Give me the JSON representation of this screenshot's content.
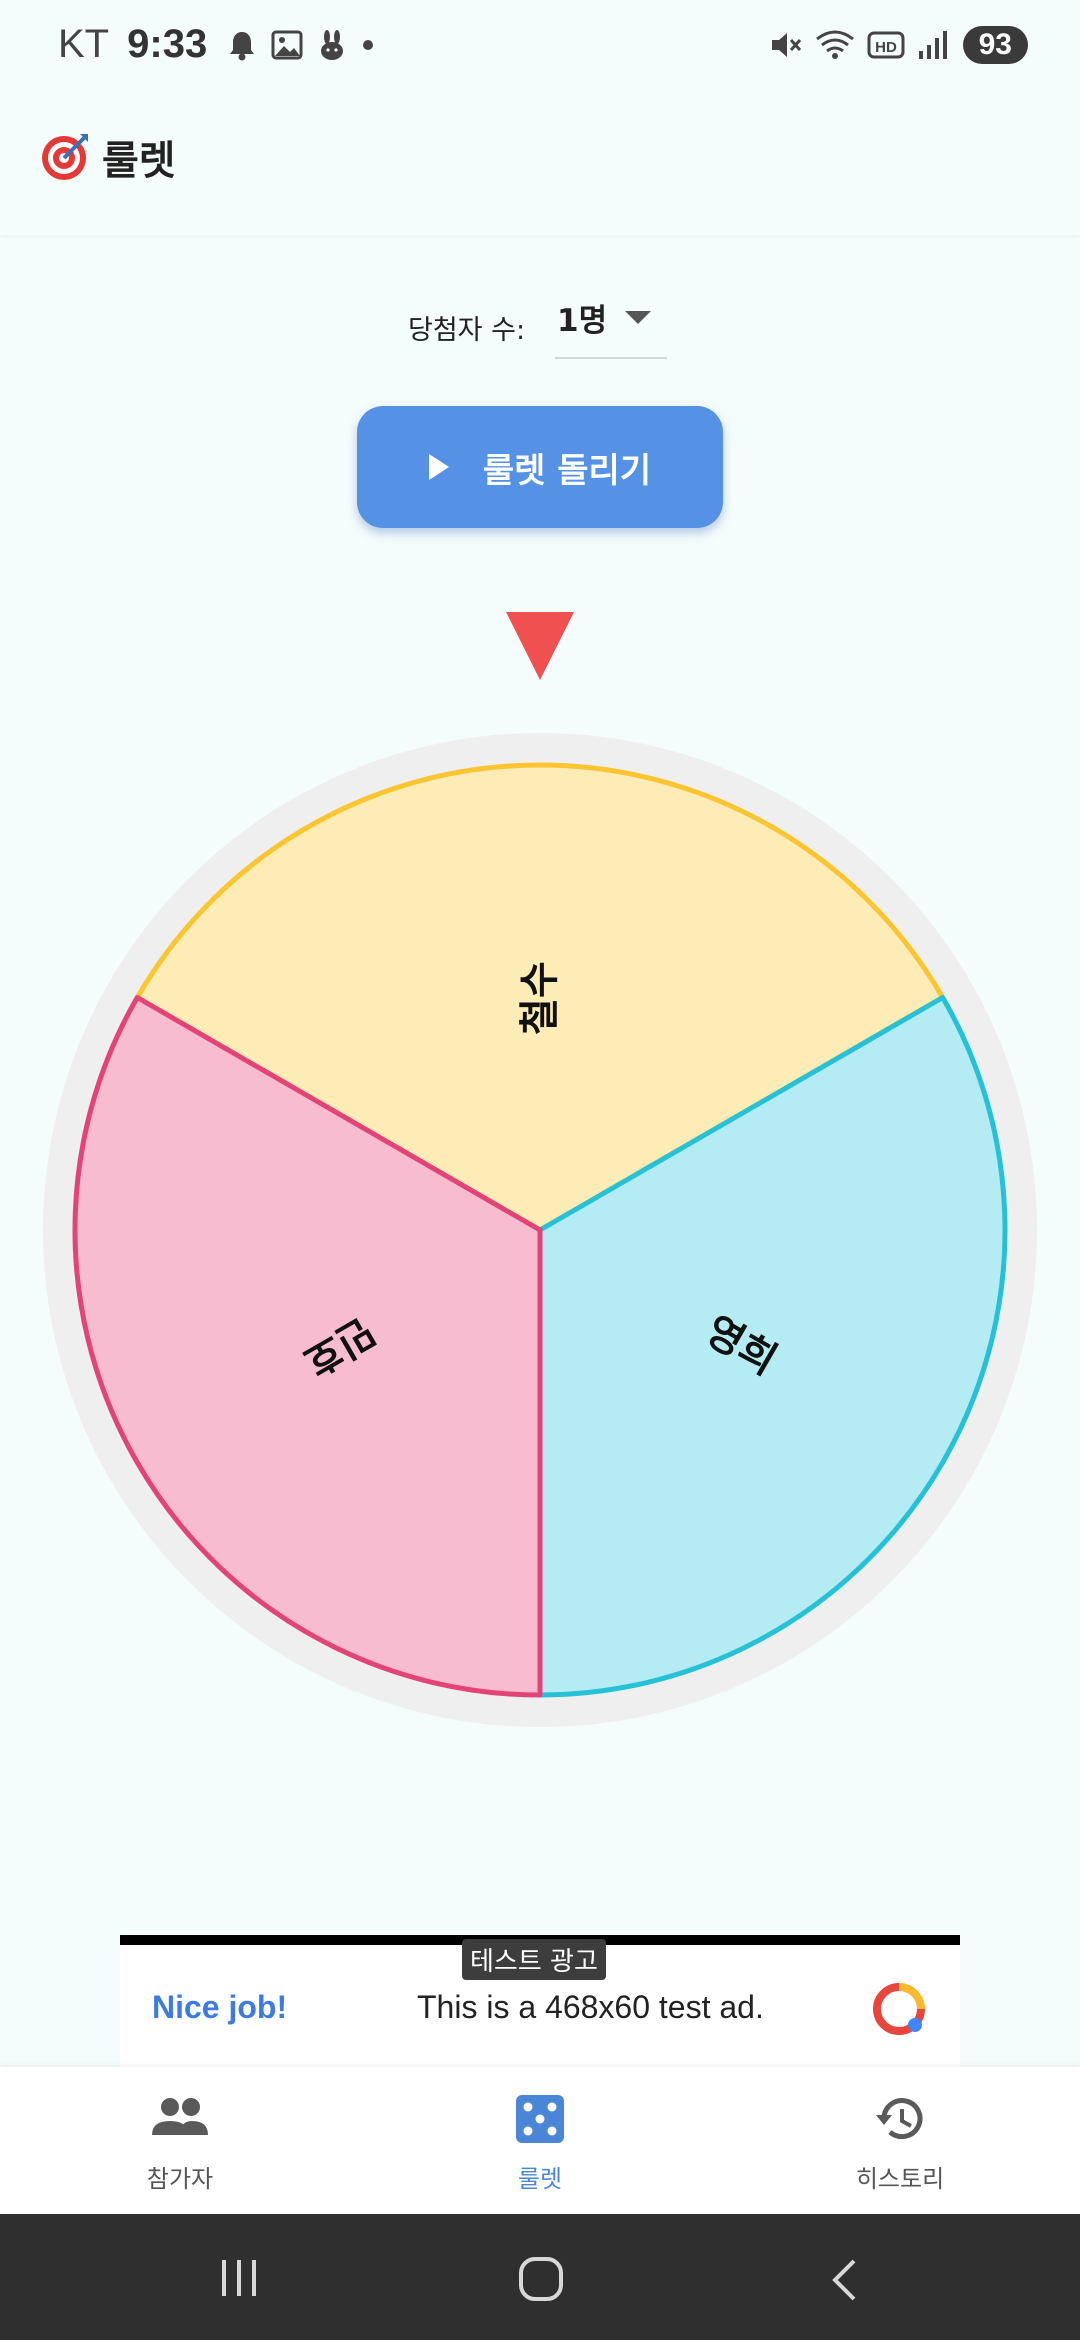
{
  "status_bar": {
    "carrier": "KT",
    "time": "9:33",
    "battery": "93",
    "left_icons": [
      "bell-icon",
      "image-icon",
      "rabbit-icon",
      "dot-icon"
    ],
    "right_icons": [
      "mute-icon",
      "wifi-icon",
      "hd-icon",
      "signal-icon"
    ]
  },
  "app_bar": {
    "title": "룰렛",
    "icon": "target-icon"
  },
  "winners": {
    "label": "당첨자 수:",
    "value": "1명"
  },
  "spin_button": {
    "label": "룰렛 돌리기",
    "color": "#5592e6"
  },
  "wheel": {
    "pointer_color": "#f05050",
    "segments": [
      {
        "label": "철수",
        "fill": "#feecb6",
        "stroke": "#fbc531"
      },
      {
        "label": "영희",
        "fill": "#b5ecf3",
        "stroke": "#26c1d6"
      },
      {
        "label": "민호",
        "fill": "#f8bcd1",
        "stroke": "#e44377"
      }
    ]
  },
  "ad": {
    "tag": "테스트 광고",
    "headline": "Nice job!",
    "body": "This is a 468x60 test ad."
  },
  "bottom_nav": {
    "items": [
      {
        "label": "참가자",
        "icon": "people-icon"
      },
      {
        "label": "룰렛",
        "icon": "dice-icon",
        "active": true
      },
      {
        "label": "히스토리",
        "icon": "history-icon"
      }
    ]
  },
  "system_nav": {
    "items": [
      "recent-apps-icon",
      "home-icon",
      "back-icon"
    ]
  }
}
